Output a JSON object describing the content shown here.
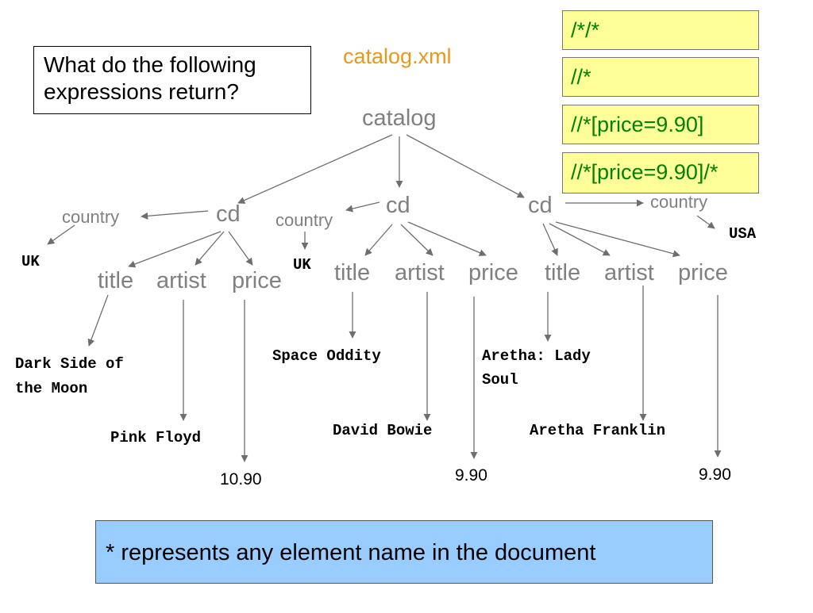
{
  "question": [
    "What do the following",
    "expressions return?"
  ],
  "file_title": "catalog.xml",
  "expressions": [
    "/*/*",
    "//*",
    "//*[price=9.90]",
    "//*[price=9.90]/*"
  ],
  "note": "* represents any element name in the document",
  "tree": {
    "root": "catalog",
    "cds": [
      {
        "label": "cd",
        "country": "country",
        "country_value": "UK",
        "title": "title",
        "title_value": [
          "Dark Side of",
          "the Moon"
        ],
        "artist": "artist",
        "artist_value": "Pink Floyd",
        "price": "price",
        "price_value": "10.90"
      },
      {
        "label": "cd",
        "country": "country",
        "country_value": "UK",
        "title": "title",
        "title_value": [
          "Space Oddity"
        ],
        "artist": "artist",
        "artist_value": "David Bowie",
        "price": "price",
        "price_value": "9.90"
      },
      {
        "label": "cd",
        "country": "country",
        "country_value": "USA",
        "title": "title",
        "title_value": [
          "Aretha: Lady",
          "Soul"
        ],
        "artist": "artist",
        "artist_value": "Aretha Franklin",
        "price": "price",
        "price_value": "9.90"
      }
    ]
  },
  "colors": {
    "node_text": "#808080",
    "file_title": "#e69a1c",
    "expression_text": "#008000",
    "expression_fill": "#ffff99",
    "note_fill": "#99ccff"
  }
}
